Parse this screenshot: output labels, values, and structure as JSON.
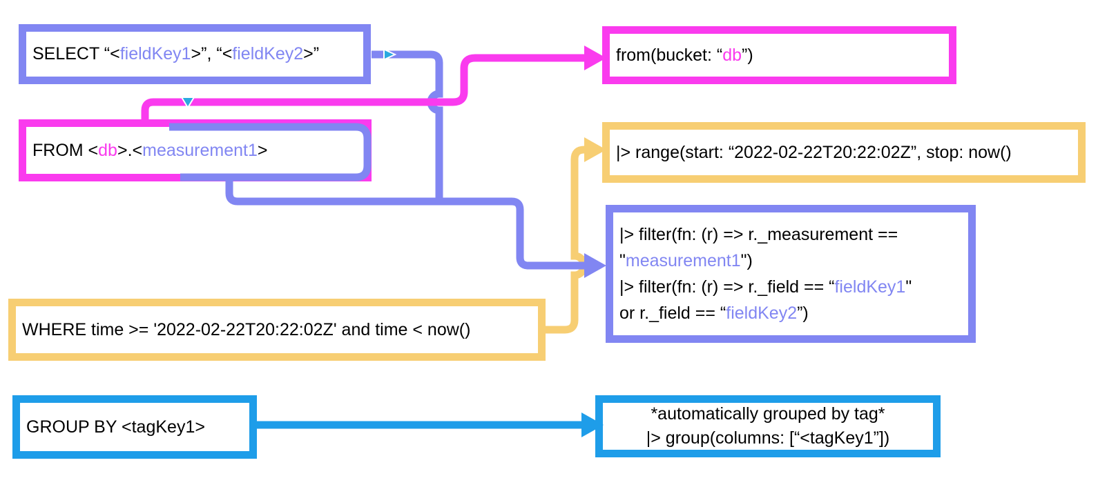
{
  "colors": {
    "purple": "#8186F2",
    "magenta": "#FA3BEE",
    "yellow": "#F7CE73",
    "blue": "#1E9DE9",
    "cyan": "#2AA9E0",
    "ink": "#000000"
  },
  "boxes": {
    "select": {
      "segments": [
        {
          "t": "SELECT “<",
          "c": "ink"
        },
        {
          "t": "fieldKey1",
          "c": "purple"
        },
        {
          "t": ">”, “<",
          "c": "ink"
        },
        {
          "t": "fieldKey2",
          "c": "purple"
        },
        {
          "t": ">”",
          "c": "ink"
        }
      ]
    },
    "from": {
      "segments": [
        {
          "t": "FROM <",
          "c": "ink"
        },
        {
          "t": "db",
          "c": "magenta"
        },
        {
          "t": ">.<",
          "c": "ink"
        },
        {
          "t": "measurement1",
          "c": "purple"
        },
        {
          "t": ">",
          "c": "ink"
        }
      ]
    },
    "where": {
      "segments": [
        {
          "t": "WHERE time >= '2022-02-22T20:22:02Z' and time < now()",
          "c": "ink"
        }
      ]
    },
    "group_by": {
      "segments": [
        {
          "t": "GROUP BY <tagKey1>",
          "c": "ink"
        }
      ]
    },
    "flux_from": {
      "segments": [
        {
          "t": "from(bucket: “",
          "c": "ink"
        },
        {
          "t": "db",
          "c": "magenta"
        },
        {
          "t": "”)",
          "c": "ink"
        }
      ]
    },
    "flux_range": {
      "segments": [
        {
          "t": "|> range(start: “2022-02-22T20:22:02Z”, stop: now()",
          "c": "ink"
        }
      ]
    },
    "flux_filter": {
      "lines": [
        [
          {
            "t": "|> filter(fn: (r) => r._measurement ==",
            "c": "ink"
          }
        ],
        [
          {
            "t": "\"",
            "c": "ink"
          },
          {
            "t": "measurement1",
            "c": "purple"
          },
          {
            "t": "\")",
            "c": "ink"
          }
        ],
        [
          {
            "t": "|> filter(fn: (r) => r._field == “",
            "c": "ink"
          },
          {
            "t": "fieldKey1",
            "c": "purple"
          },
          {
            "t": "\"",
            "c": "ink"
          }
        ],
        [
          {
            "t": "or r._field == “",
            "c": "ink"
          },
          {
            "t": "fieldKey2",
            "c": "purple"
          },
          {
            "t": "”)",
            "c": "ink"
          }
        ]
      ]
    },
    "flux_group": {
      "lines": [
        [
          {
            "t": "*automatically grouped by tag*",
            "c": "ink"
          }
        ],
        [
          {
            "t": "|> group(columns: [“<tagKey1”])",
            "c": "ink"
          }
        ]
      ]
    }
  },
  "connections": [
    {
      "from": "FROM clause",
      "to": "from(bucket)",
      "color": "magenta"
    },
    {
      "from": "SELECT fields + measurement",
      "to": "filter functions",
      "color": "purple"
    },
    {
      "from": "WHERE time clause",
      "to": "range function",
      "color": "yellow"
    },
    {
      "from": "GROUP BY clause",
      "to": "group function",
      "color": "blue"
    }
  ]
}
